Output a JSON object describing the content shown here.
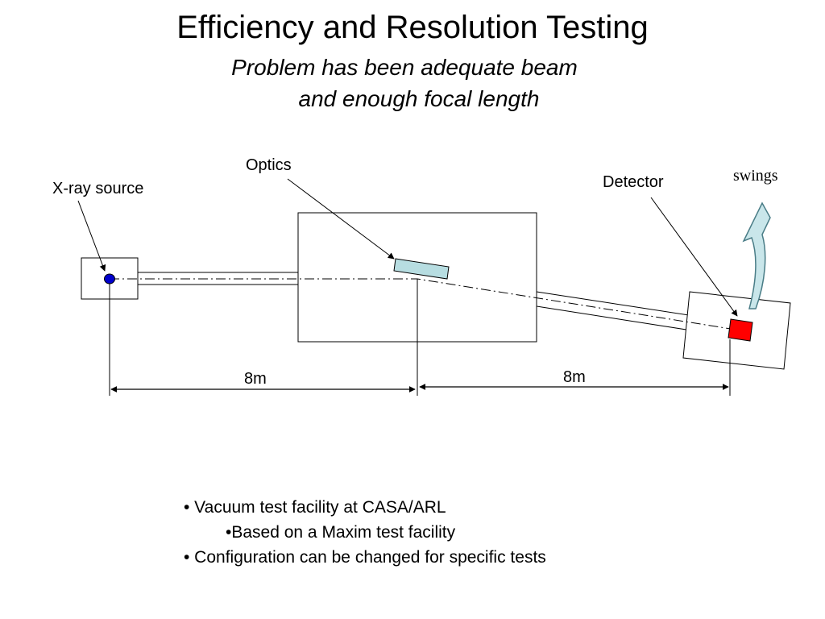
{
  "slide": {
    "title": "Efficiency and Resolution Testing",
    "subtitle_line1": "Problem has been adequate beam",
    "subtitle_line2": "and enough focal length"
  },
  "diagram": {
    "labels": {
      "optics": "Optics",
      "xray_source": "X-ray source",
      "detector": "Detector",
      "swings": "swings",
      "distance_left": "8m",
      "distance_right": "8m"
    },
    "colors": {
      "optics_fill": "#b7dde1",
      "detector_fill": "#ff0000",
      "source_fill": "#0000cc",
      "swing_arrow_fill": "#c9e6ea"
    }
  },
  "notes": {
    "items": [
      "• Vacuum test facility at CASA/ARL",
      "•Based on a Maxim test facility",
      "• Configuration can be changed for specific tests"
    ]
  }
}
